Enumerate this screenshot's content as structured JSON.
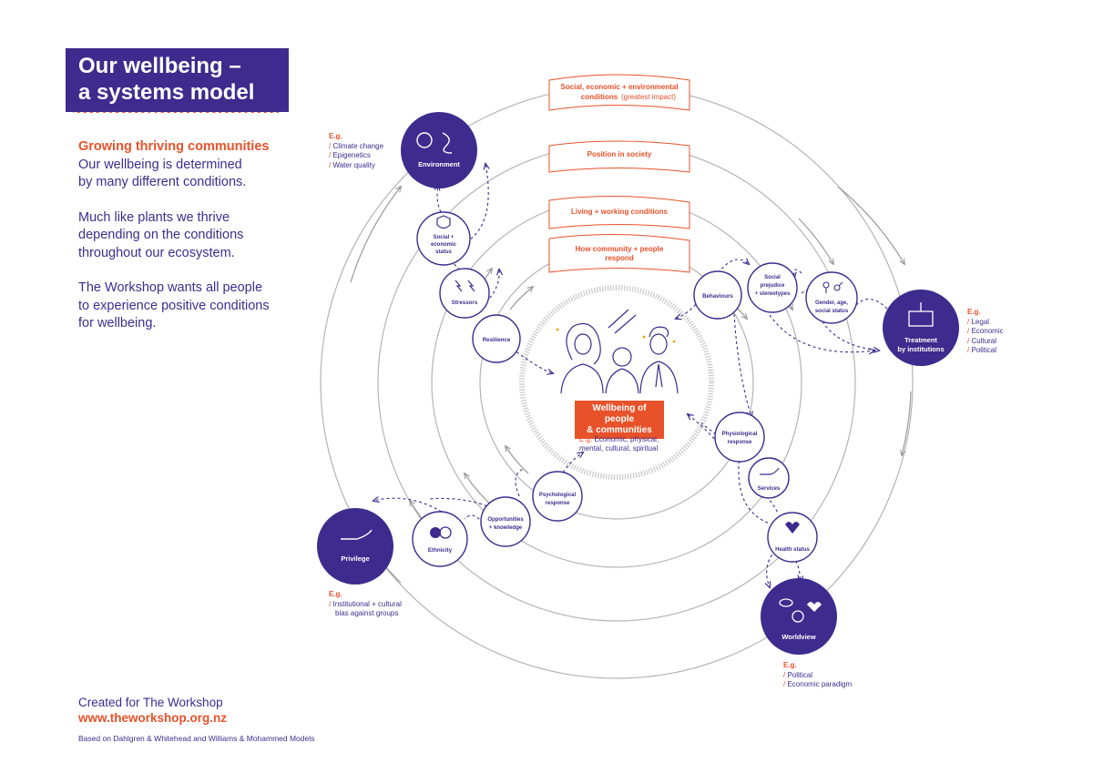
{
  "title": {
    "line1": "Our wellbeing –",
    "line2": "a systems model"
  },
  "intro": {
    "heading": "Growing thriving communities",
    "line1": "Our wellbeing is determined",
    "line2": "by many different conditions.",
    "p2_line1": "Much like plants we thrive",
    "p2_line2": "depending on the conditions",
    "p2_line3": "throughout our ecosystem.",
    "p3_line1": "The Workshop wants all people",
    "p3_line2": "to experience positive conditions",
    "p3_line3": "for wellbeing."
  },
  "footer": {
    "created": "Created for The Workshop",
    "url": "www.theworkshop.org.nz",
    "based": "Based on Dahlgren & Whitehead and Williams & Mohammed Models"
  },
  "banners": {
    "b1_line1": "Social, economic + environmental",
    "b1_line2a": "conditions",
    "b1_line2b": "(greatest impact)",
    "b2": "Position in society",
    "b3": "Living + working conditions",
    "b4_line1": "How community + people",
    "b4_line2": "respond"
  },
  "center": {
    "title_line1": "Wellbeing of people",
    "title_line2": "& communities",
    "eg": "E.g.",
    "eg_text1": "Economic, physical,",
    "eg_text2": "mental, cultural, spiritual"
  },
  "big_nodes": {
    "environment": "Environment",
    "treatment_line1": "Treatment",
    "treatment_line2": "by institutions",
    "privilege": "Privilege",
    "worldview": "Worldview"
  },
  "small_nodes": {
    "social_economic_line1": "Social +",
    "social_economic_line2": "economic",
    "social_economic_line3": "status",
    "stressors": "Stressors",
    "resilience": "Resilience",
    "behaviours": "Behaviours",
    "prejudice_line1": "Social",
    "prejudice_line2": "prejudice",
    "prejudice_line3": "+ stereotypes",
    "gender_line1": "Gender, age,",
    "gender_line2": "social status",
    "physiological_line1": "Physiological",
    "physiological_line2": "response",
    "services": "Services",
    "health": "Health status",
    "psychological_line1": "Psychological",
    "psychological_line2": "response",
    "opportunities_line1": "Opportunities",
    "opportunities_line2": "+ knowledge",
    "ethnicity": "Ethnicity"
  },
  "examples": {
    "eg_label": "E.g.",
    "slash": "/",
    "environment": [
      "Climate change",
      "Epigenetics",
      "Water quality"
    ],
    "treatment": [
      "Legal",
      "Economic",
      "Cultural",
      "Political"
    ],
    "privilege_line1": "Institutional + cultural",
    "privilege_line2": "bias against groups",
    "worldview": [
      "Political",
      "Economic paradigm"
    ]
  },
  "colors": {
    "purple": "#3d2c8d",
    "orange": "#e8522a",
    "ring": "#b4b4b4",
    "text": "#3a2f8f"
  }
}
